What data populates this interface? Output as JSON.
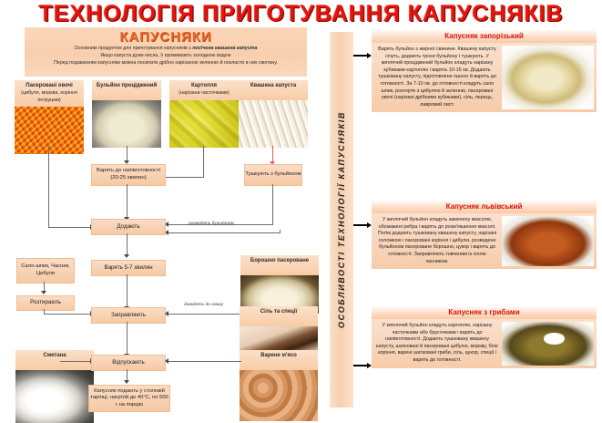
{
  "title": "ТЕХНОЛОГІЯ   ПРИГОТУВАННЯ   КАПУСНЯКІВ",
  "intro": {
    "heading": "КАПУСНЯКИ",
    "line1_a": "Основним продуктом для приготування капусняків є ",
    "line1_b": "посічена квашена капуста",
    "line2": "Якщо капуста дуже кисла, її промивають холодною водою",
    "line3": "Перед подаванням капусняки можна посипати дрібно нарізаною зеленню й покласти в них сметану."
  },
  "vertical_band": "ОСОБЛИВОСТІ   ТЕХНОЛОГІЇ   КАПУСНЯКІВ",
  "ingredients": [
    {
      "name": "Пасеровані овочі",
      "sub": "(цибуля, морква, коріння петрушки)",
      "photo": "px-veg"
    },
    {
      "name": "Бульйон проціджений",
      "sub": "",
      "photo": "px-broth"
    },
    {
      "name": "Картопля",
      "sub": "(нарізана часточками)",
      "photo": "px-potato"
    },
    {
      "name": "Квашена капуста",
      "sub": "",
      "photo": "px-kraut"
    }
  ],
  "side_items": [
    {
      "name": "Сало-шпик, Часник, Цибуля"
    },
    {
      "name": "Борошно пасероване",
      "photo": "px-flour"
    },
    {
      "name": "Сіль та спеції",
      "photo": "px-spice"
    },
    {
      "name": "Сметана",
      "photo": "px-smetana"
    },
    {
      "name": "Варене м'ясо",
      "photo": "px-meat"
    }
  ],
  "steps": {
    "boil": "Варять до напівготовності (20-25 хвилин)",
    "stew": "Тушкують з бульйоном",
    "add": "Додають",
    "boil57": "Варять 5-7 хвилин",
    "grind": "Розтирають",
    "season": "Заправляють",
    "serve": "Відпускають",
    "final": "Капусняк подають у столовій тарілці, нагрітій до 40°С, по 500 г на порцію"
  },
  "notes": {
    "dilute": "розводять бульйоном",
    "taste": "доводять до смаку"
  },
  "recipes": [
    {
      "title": "Капусняк запорізький",
      "text": "Варять бульйон з жирної свинини. Квашену капусту січуть, додають трохи бульйону і тушкують. У киплячий проціджений бульйон кладуть нарізану кубиками картоплю і варять 10-15 хв. Додають тушковану капусту, підготовлене пшоно й варять до готовності. За 7-10 хв. до готовності кладуть сало шпик, розтерте з цибулею й зеленню, пасеровані овочі (нарізані дрібними кубиками), сіль, перець, лавровий лист.",
      "photo": "px-soup1"
    },
    {
      "title": "Капусняк львівський",
      "text": "У киплячий бульйон кладуть замочену квасолю, обсмажені ребра і варять до розм'якшення квасолі. Потім додають тушковану квашену капусту, нарізані соломкою і пасеровані коріння і цибулю, розведене бульйоном пасероване борошно, цукор і варять до готовності. Заправляють товченим із сіллю часником.",
      "photo": "px-soup2"
    },
    {
      "title": "Капусняк з грибами",
      "text": "У киплячий бульйон кладуть картоплю, нарізану часточками або брусочками і варять до напівготовності. Додають тушковану квашену капусту, шатковані й пасеровані цибулю, моркву, біле коріння, варені шатковані гриби, сіль, цукор, спеції і варять до готовності.",
      "photo": "px-soup3"
    }
  ],
  "colors": {
    "title_red": "#e8140c",
    "recipe_title_red": "#d6140c",
    "panel_peach": "#f6c9a4",
    "band_peach": "#f7cfae"
  }
}
